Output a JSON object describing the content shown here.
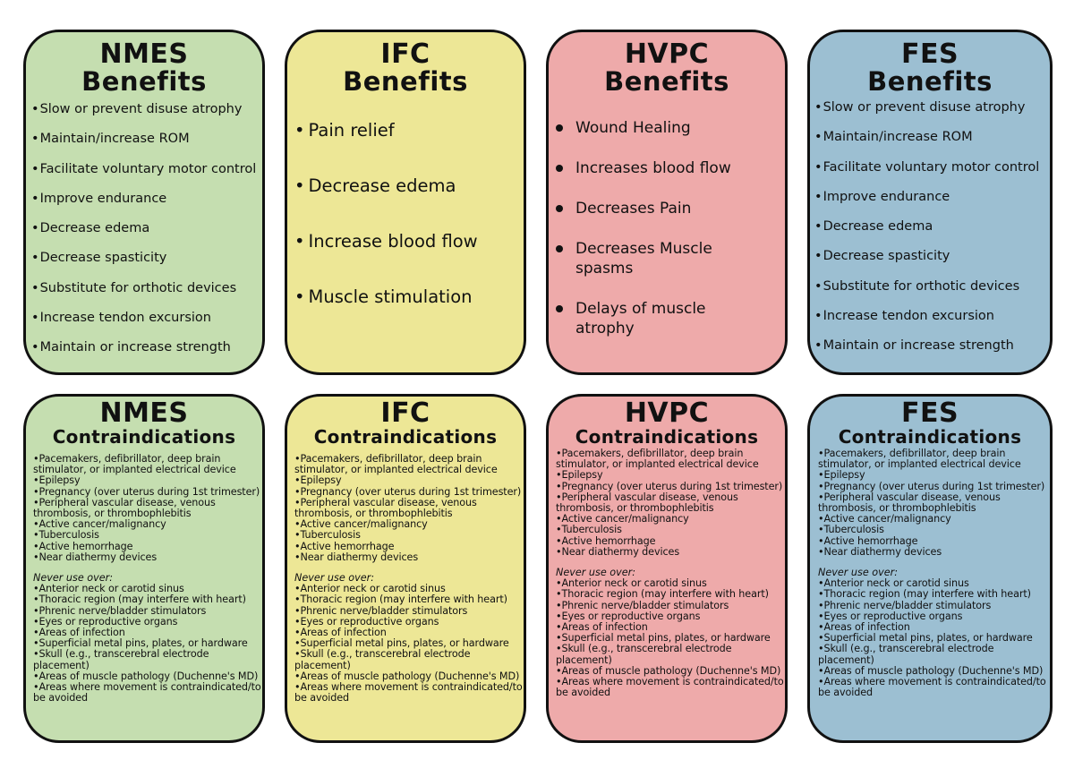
{
  "colors": {
    "nmes": "#c5deb0",
    "ifc": "#ede796",
    "hvpc": "#eeaaaa",
    "fes": "#9cbfd2",
    "border": "#111111"
  },
  "benefits": {
    "nmes": {
      "title": "NMES",
      "subtitle": "Benefits",
      "items": [
        "Slow or prevent disuse atrophy",
        "Maintain/increase ROM",
        "Facilitate voluntary motor control",
        "Improve endurance",
        "Decrease edema",
        "Decrease spasticity",
        "Substitute for orthotic devices",
        "Increase tendon excursion",
        "Maintain or increase strength"
      ]
    },
    "ifc": {
      "title": "IFC",
      "subtitle": "Benefits",
      "items": [
        "Pain relief",
        "Decrease edema",
        "Increase blood flow",
        "Muscle stimulation"
      ]
    },
    "hvpc": {
      "title": "HVPC",
      "subtitle": "Benefits",
      "items": [
        "Wound Healing",
        "Increases blood flow",
        "Decreases Pain",
        "Decreases Muscle spasms",
        "Delays of muscle atrophy"
      ]
    },
    "fes": {
      "title": "FES",
      "subtitle": "Benefits",
      "items": [
        "Slow or prevent disuse atrophy",
        "Maintain/increase ROM",
        "Facilitate voluntary motor control",
        "Improve endurance",
        "Decrease edema",
        "Decrease spasticity",
        "Substitute for orthotic devices",
        "Increase tendon excursion",
        "Maintain or increase strength"
      ]
    }
  },
  "contraindications": {
    "subtitle": "Contraindications",
    "titles": {
      "nmes": "NMES",
      "ifc": "IFC",
      "hvpc": "HVPC",
      "fes": "FES"
    },
    "items": [
      "Pacemakers, defibrillator, deep brain stimulator, or implanted electrical device",
      "Epilepsy",
      "Pregnancy (over uterus during 1st trimester)",
      "Peripheral vascular disease, venous thrombosis, or thrombophlebitis",
      "Active cancer/malignancy",
      "Tuberculosis",
      "Active hemorrhage",
      "Near diathermy devices"
    ],
    "never_label": "Never use over:",
    "never_items": [
      "Anterior neck or carotid sinus",
      "Thoracic region (may interfere with heart)",
      "Phrenic nerve/bladder stimulators",
      "Eyes or reproductive organs",
      "Areas of infection",
      "Superficial metal pins, plates, or hardware",
      "Skull (e.g., transcerebral electrode placement)",
      "Areas of muscle pathology (Duchenne's MD)",
      "Areas where movement is contraindicated/to be avoided"
    ]
  }
}
